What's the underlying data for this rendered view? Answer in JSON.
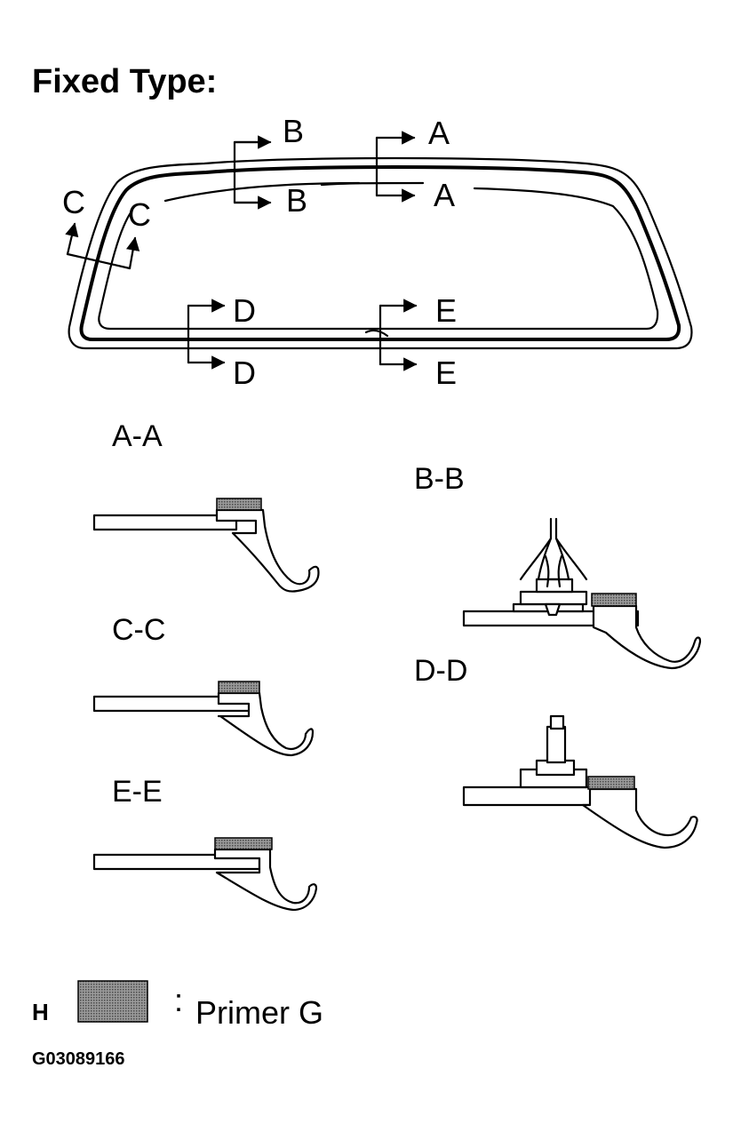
{
  "title": "Fixed Type:",
  "cut_labels": {
    "a": "A",
    "b": "B",
    "c": "C",
    "d": "D",
    "e": "E"
  },
  "sections": {
    "aa": "A-A",
    "bb": "B-B",
    "cc": "C-C",
    "dd": "D-D",
    "ee": "E-E"
  },
  "legend": {
    "key": "H",
    "separator": ":",
    "text": "Primer G"
  },
  "figure_code": "G03089166",
  "colors": {
    "line": "#000000",
    "primer_fill": "#888888",
    "background": "#ffffff"
  }
}
